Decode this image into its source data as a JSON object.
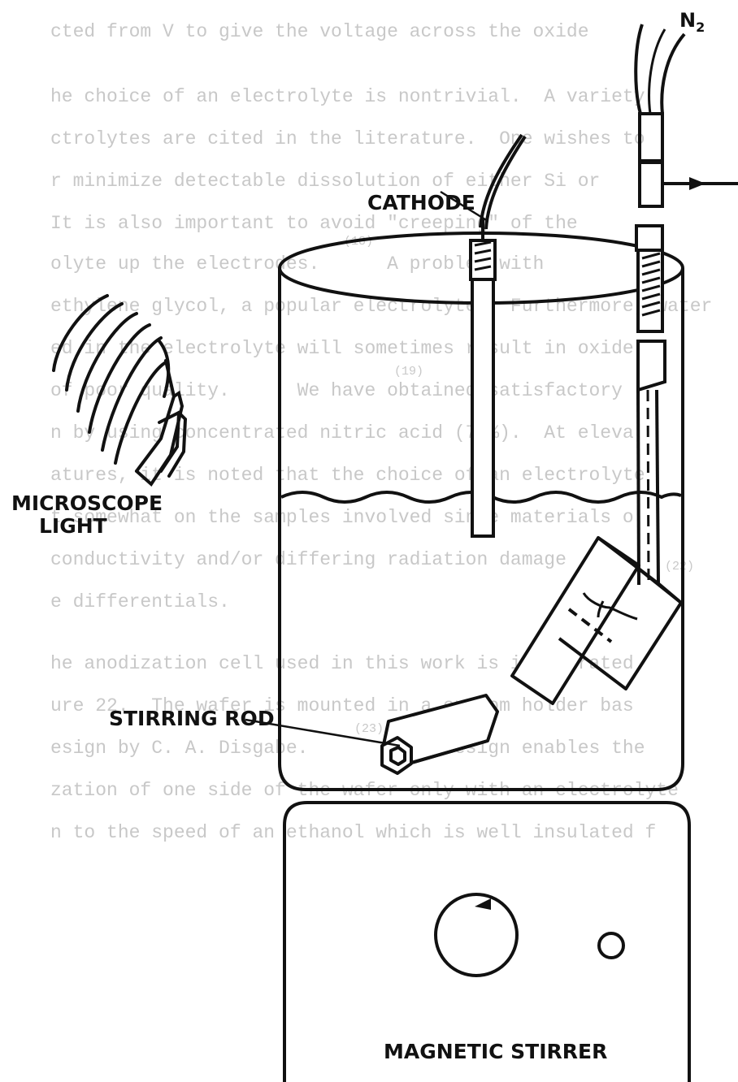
{
  "labels": {
    "gas": "N",
    "gas_subscript": "2",
    "cathode": "CATHODE",
    "light_line1": "MICROSCOPE",
    "light_line2": "LIGHT",
    "stirring_rod": "STIRRING ROD",
    "stirrer": "MAGNETIC STIRRER"
  },
  "background_text": [
    "cted from V to give the voltage across the oxide",
    "he choice of an electrolyte is nontrivial.  A variety",
    "ctrolytes are cited in the literature.  One wishes to",
    "r minimize detectable dissolution of either Si or",
    "It is also important to avoid \"creeping\" of the",
    "olyte up the electrodes.      A problem with",
    "ethylene glycol, a popular electrolyte.  Furthermore, water",
    "ed in the electrolyte will sometimes result in oxide",
    "of poor quality.      We have obtained satisfactory",
    "n by using concentrated nitric acid (70%).  At eleva",
    "atures, it is noted that the choice of an electrolyte",
    "t somewhat on the samples involved since materials o",
    "conductivity and/or differing radiation damage",
    "e differentials.",
    "he anodization cell used in this work is illustrated",
    "ure 22.  The wafer is mounted in a custom holder bas",
    "esign by C. A. Disgabe.       This design enables the",
    "zation of one side of the wafer only with an electrolyte",
    "n to the speed of an ethanol which is well insulated f"
  ],
  "background_refs": [
    "(18)",
    "(19)",
    "(22)",
    "(23)"
  ]
}
